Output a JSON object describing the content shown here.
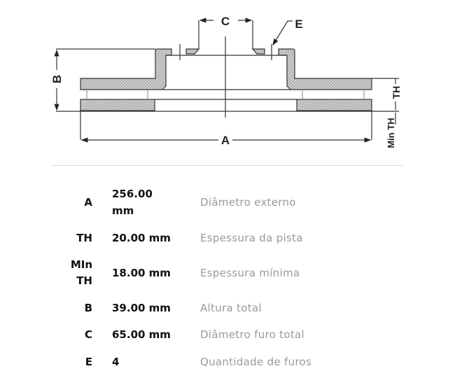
{
  "drawing": {
    "labels": {
      "A": "A",
      "B": "B",
      "C": "C",
      "E": "E",
      "TH": "TH",
      "MinTH": "Min TH"
    }
  },
  "specs": [
    {
      "key": "A",
      "value": "256.00 mm",
      "description": "Diâmetro externo"
    },
    {
      "key": "TH",
      "value": "20.00 mm",
      "description": "Espessura da pista"
    },
    {
      "key": "MIn TH",
      "value": "18.00 mm",
      "description": "Espessura mínima"
    },
    {
      "key": "B",
      "value": "39.00 mm",
      "description": "Altura total"
    },
    {
      "key": "C",
      "value": "65.00 mm",
      "description": "Diâmetro furo total"
    },
    {
      "key": "E",
      "value": "4",
      "description": "Quantidade de furos"
    }
  ]
}
